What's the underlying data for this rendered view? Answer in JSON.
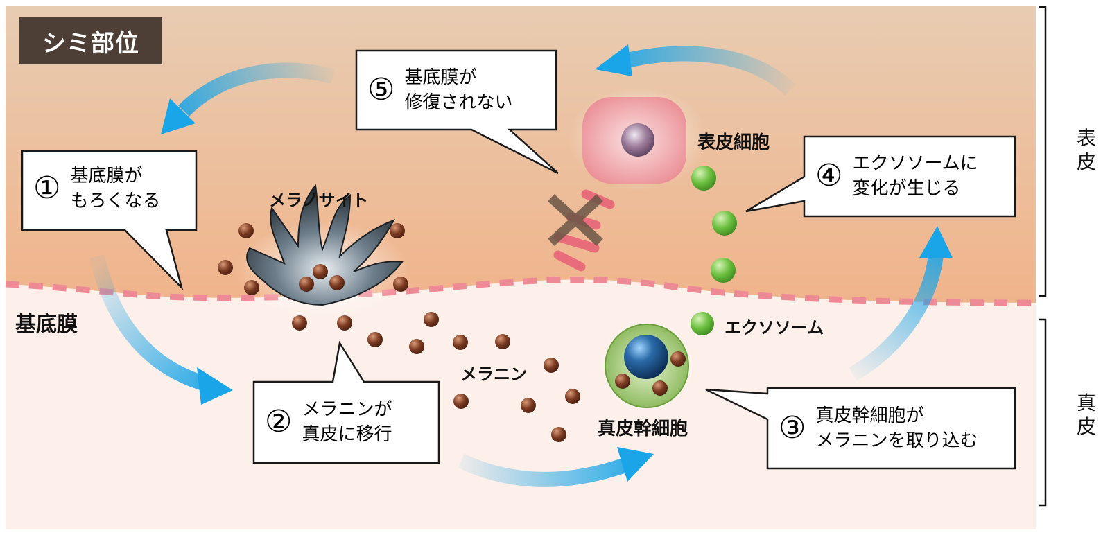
{
  "region_tag": "シミ部位",
  "labels": {
    "basement_membrane": "基底膜",
    "melanocyte": "メラノサイト",
    "melanin": "メラニン",
    "epidermal_cell": "表皮細胞",
    "exosome": "エクソソーム",
    "dermal_stem_cell": "真皮幹細胞"
  },
  "layers": {
    "epidermis": "表皮",
    "dermis": "真皮"
  },
  "steps": [
    {
      "number": "①",
      "lines": [
        "基底膜が",
        "もろくなる"
      ]
    },
    {
      "number": "②",
      "lines": [
        "メラニンが",
        "真皮に移行"
      ]
    },
    {
      "number": "③",
      "lines": [
        "真皮幹細胞が",
        "メラニンを取り込む"
      ]
    },
    {
      "number": "④",
      "lines": [
        "エクソソームに",
        "変化が生じる"
      ]
    },
    {
      "number": "⑤",
      "lines": [
        "基底膜が",
        "修復されない"
      ]
    }
  ],
  "colors": {
    "epidermis_top": "#e6c3a5",
    "epidermis_bottom": "#f0b48a",
    "dermis": "#fdf0ea",
    "basement_dash": "#ee8a96",
    "arrow": "#1aa5e8",
    "melanin": "#7a3a22",
    "exosome": "#6bbf3e",
    "tag_bg": "#4d3f36"
  }
}
